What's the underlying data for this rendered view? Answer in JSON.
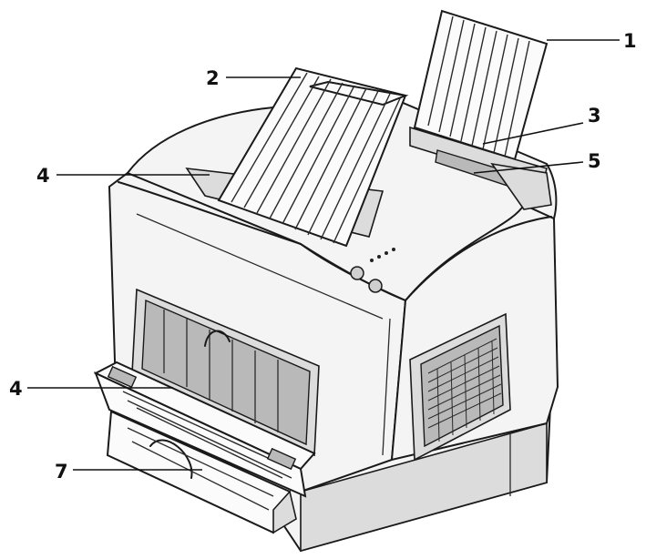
{
  "callouts": [
    {
      "id": "1",
      "label": "1"
    },
    {
      "id": "2",
      "label": "2"
    },
    {
      "id": "3",
      "label": "3"
    },
    {
      "id": "4",
      "label": "4"
    },
    {
      "id": "5",
      "label": "5"
    },
    {
      "id": "6",
      "label": "4"
    },
    {
      "id": "7",
      "label": "7"
    }
  ]
}
